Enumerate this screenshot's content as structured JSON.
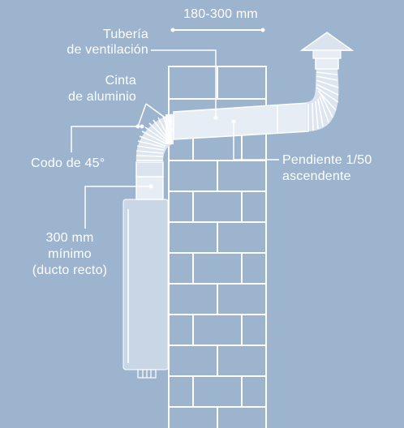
{
  "labels": {
    "width_range": "180-300 mm",
    "vent_pipe_line1": "Tubería",
    "vent_pipe_line2": "de ventilación",
    "tape_line1": "Cinta",
    "tape_line2": "de aluminio",
    "elbow": "Codo de 45°",
    "slope_line1": "Pendiente 1/50",
    "slope_line2": "ascendente",
    "min_line1": "300 mm",
    "min_line2": "mínimo",
    "min_line3": "(ducto recto)"
  },
  "colors": {
    "background": "#9db4cf",
    "lines": "#ffffff",
    "heater": "#c9d6e6",
    "pipe": "#e7edf4"
  }
}
